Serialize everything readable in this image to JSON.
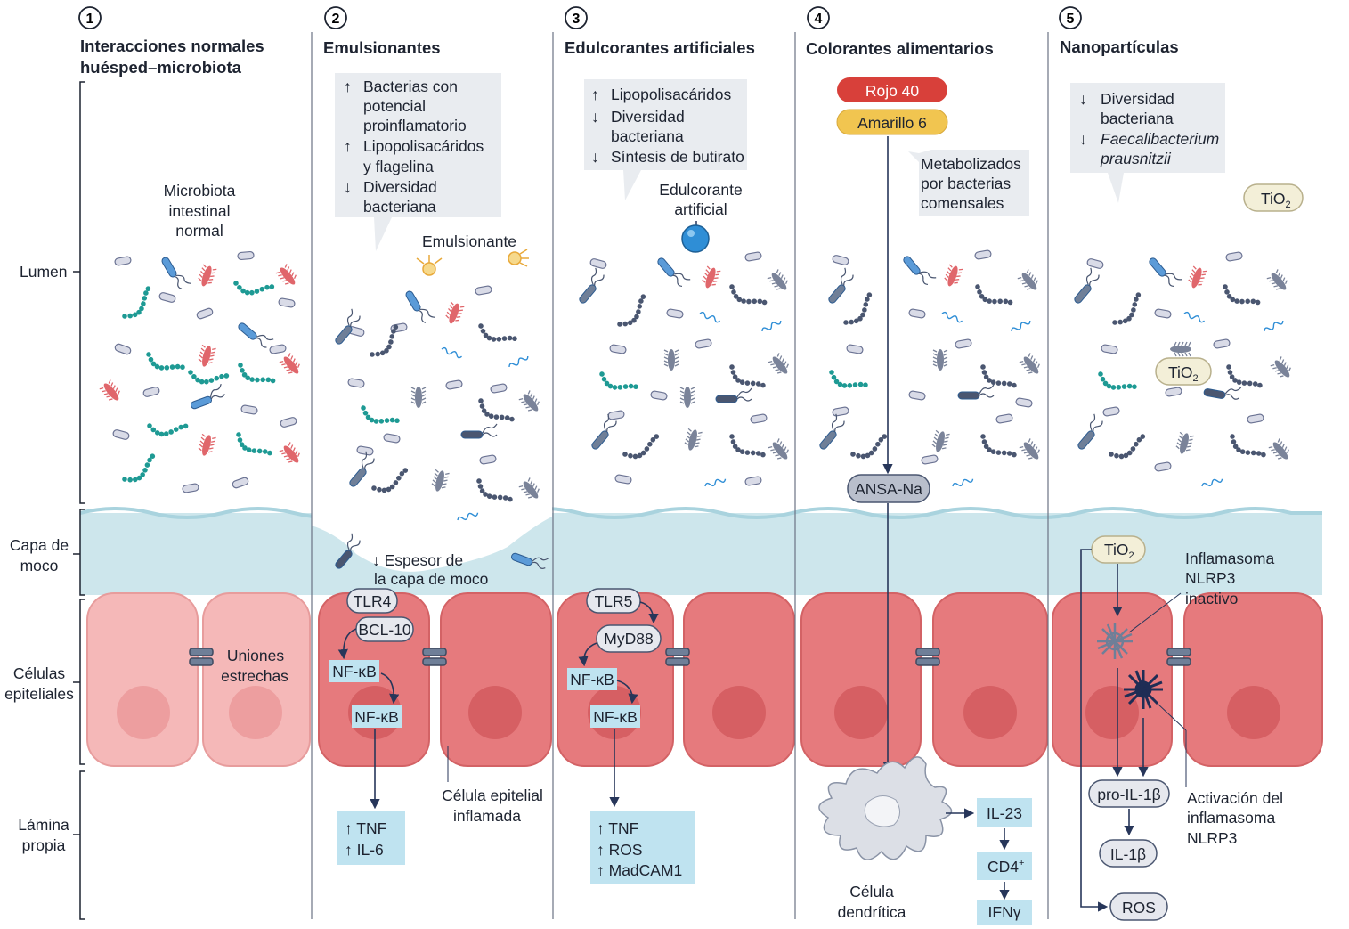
{
  "row_labels": {
    "lumen": "Lumen",
    "mucus": [
      "Capa de",
      "moco"
    ],
    "epithelial": [
      "Células",
      "epiteliales"
    ],
    "lamina": [
      "Lámina",
      "propia"
    ]
  },
  "panels": [
    {
      "number": "1",
      "title": [
        "Interacciones normales",
        "huésped–microbiota"
      ]
    },
    {
      "number": "2",
      "title": [
        "Emulsionantes"
      ]
    },
    {
      "number": "3",
      "title": [
        "Edulcorantes artificiales"
      ]
    },
    {
      "number": "4",
      "title": [
        "Colorantes alimentarios"
      ]
    },
    {
      "number": "5",
      "title": [
        "Nanopartículas"
      ]
    }
  ],
  "p1": {
    "microbiota_label": [
      "Microbiota",
      "intestinal",
      "normal"
    ],
    "tight_junctions": [
      "Uniones",
      "estrechas"
    ]
  },
  "p2": {
    "callout": [
      "Bacterias con",
      "potencial",
      "proinflamatorio",
      "Lipopolisacáridos",
      "y flagelina",
      "Diversidad",
      "bacteriana"
    ],
    "emulsifier_label": "Emulsionante",
    "mucus_thinning": [
      "↓ Espesor de",
      "la capa de moco"
    ],
    "tlr4": "TLR4",
    "bcl10": "BCL-10",
    "nfkb1": "NF-κB",
    "nfkb2": "NF-κB",
    "outputs": [
      "↑ TNF",
      "↑ IL-6"
    ],
    "inflamed_cell": [
      "Célula epitelial",
      "inflamada"
    ]
  },
  "p3": {
    "callout": [
      "Lipopolisacáridos",
      "Diversidad",
      "bacteriana",
      "Síntesis de butirato"
    ],
    "sweetener_label": [
      "Edulcorante",
      "artificial"
    ],
    "tlr5": "TLR5",
    "myd88": "MyD88",
    "nfkb1": "NF-κB",
    "nfkb2": "NF-κB",
    "outputs": [
      "↑ TNF",
      "↑ ROS",
      "↑ MadCAM1"
    ]
  },
  "p4": {
    "dye1": "Rojo 40",
    "dye2": "Amarillo 6",
    "callout": [
      "Metabolizados",
      "por bacterias",
      "comensales"
    ],
    "ansa": "ANSA-Na",
    "dendritic": [
      "Célula",
      "dendrítica"
    ],
    "il23": "IL-23",
    "cd4": "CD4",
    "cd4_sup": "+",
    "ifng": "IFNγ"
  },
  "p5": {
    "callout": [
      "Diversidad",
      "bacteriana",
      "Faecalibacterium",
      "prausnitzii"
    ],
    "tio2": "TiO",
    "tio2_sub": "2",
    "inactive": [
      "Inflamasoma",
      "NLRP3",
      "inactivo"
    ],
    "activation": [
      "Activación del",
      "inflamasoma",
      "NLRP3"
    ],
    "pro_il1b": "pro-IL-1β",
    "il1b": "IL-1β",
    "ros": "ROS"
  },
  "colors": {
    "mucus": "#cde6ec",
    "cell_normal": "#f5b8b8",
    "cell_inflamed": "#e67a7d",
    "nucleus_normal": "#ed9e9f",
    "nucleus_inflamed": "#d65f63",
    "cytokine_box": "#bfe3f0",
    "node": "#e6e8ee",
    "callout": "#e9ecf0",
    "red_pill": "#d8403a",
    "yellow_pill": "#f1c550",
    "teal_bacteria": "#1e9a94",
    "red_bacteria": "#e0666b",
    "dark_bacteria": "#4a5670",
    "arrow": "#27365a"
  }
}
